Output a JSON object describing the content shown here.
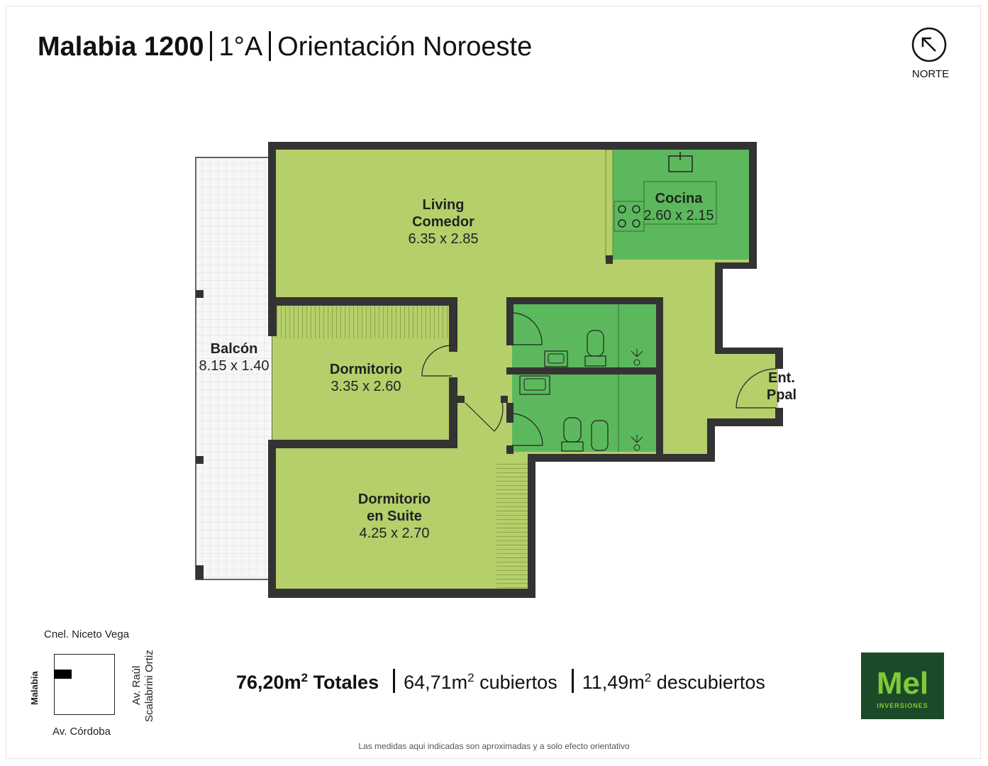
{
  "header": {
    "name": "Malabia 1200",
    "unit": "1°A",
    "orientation": "Orientación Noroeste"
  },
  "compass": {
    "label": "NORTE"
  },
  "rooms": {
    "living": {
      "name_line1": "Living",
      "name_line2": "Comedor",
      "dims": "6.35 x 2.85"
    },
    "cocina": {
      "name": "Cocina",
      "dims": "2.60 x 2.15"
    },
    "balcon": {
      "name": "Balcón",
      "dims": "8.15 x 1.40"
    },
    "dormitorio": {
      "name": "Dormitorio",
      "dims": "3.35 x 2.60"
    },
    "suite": {
      "name_line1": "Dormitorio",
      "name_line2": "en Suite",
      "dims": "4.25 x 2.70"
    },
    "entrada": {
      "name_line1": "Ent.",
      "name_line2": "Ppal"
    }
  },
  "location_map": {
    "top": "Cnel. Niceto Vega",
    "left": "Malabia",
    "right_line1": "Av. Raúl",
    "right_line2": "Scalabrini Ortiz",
    "bottom": "Av. Córdoba"
  },
  "areas": {
    "total_value": "76,20m",
    "total_label": "Totales",
    "covered_value": "64,71m",
    "covered_label": "cubiertos",
    "uncovered_value": "11,49m",
    "uncovered_label": "descubiertos",
    "exponent": "2"
  },
  "logo": {
    "brand": "Mel",
    "tagline": "INVERSIONES"
  },
  "disclaimer": "Las medidas aqui indicadas son aproximadas y a solo efecto orientativo",
  "colors": {
    "wall": "#333333",
    "room_light": "#b5cf6b",
    "room_dark": "#5cb85c",
    "balcony": "#f7f7f7"
  }
}
